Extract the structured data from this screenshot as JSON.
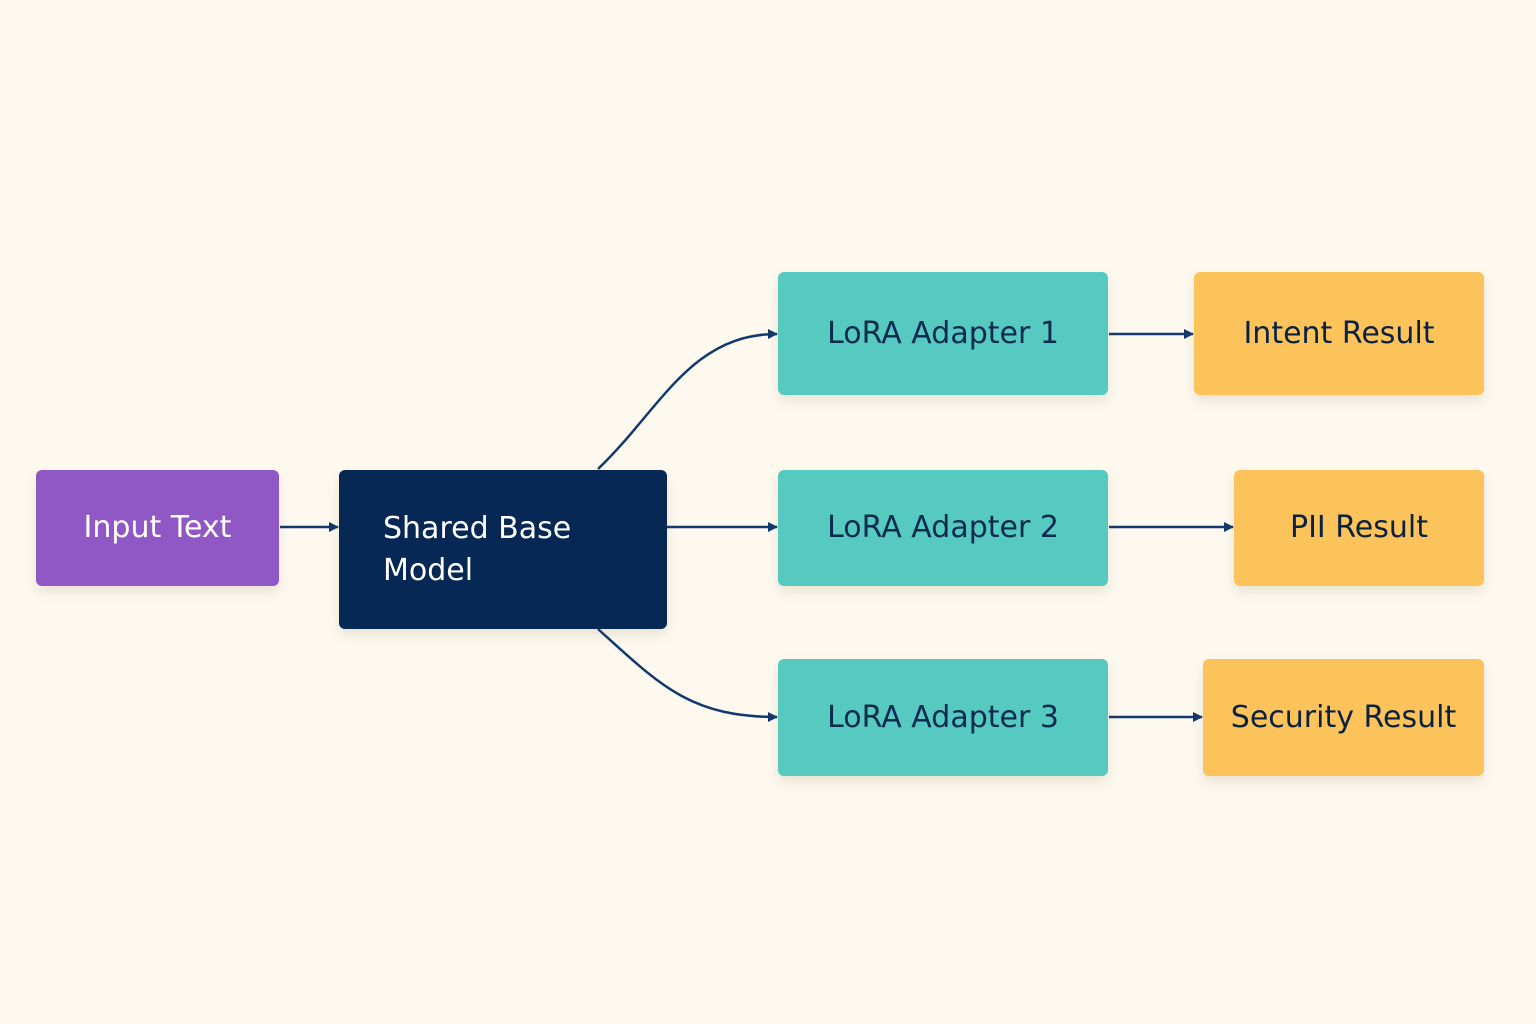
{
  "colors": {
    "background": "#fdf9ef",
    "input_box": "#8f58c4",
    "base_model_box": "#072855",
    "adapter_box": "#56c9c1",
    "result_box": "#fbc35a",
    "arrow": "#12386e"
  },
  "nodes": {
    "input": {
      "label": "Input Text"
    },
    "base": {
      "label": "Shared Base Model"
    },
    "adapters": [
      {
        "label": "LoRA Adapter 1"
      },
      {
        "label": "LoRA Adapter 2"
      },
      {
        "label": "LoRA Adapter 3"
      }
    ],
    "results": [
      {
        "label": "Intent Result"
      },
      {
        "label": "PII Result"
      },
      {
        "label": "Security Result"
      }
    ]
  },
  "edges": [
    {
      "from": "Input Text",
      "to": "Shared Base Model"
    },
    {
      "from": "Shared Base Model",
      "to": "LoRA Adapter 1"
    },
    {
      "from": "Shared Base Model",
      "to": "LoRA Adapter 2"
    },
    {
      "from": "Shared Base Model",
      "to": "LoRA Adapter 3"
    },
    {
      "from": "LoRA Adapter 1",
      "to": "Intent Result"
    },
    {
      "from": "LoRA Adapter 2",
      "to": "PII Result"
    },
    {
      "from": "LoRA Adapter 3",
      "to": "Security Result"
    }
  ]
}
